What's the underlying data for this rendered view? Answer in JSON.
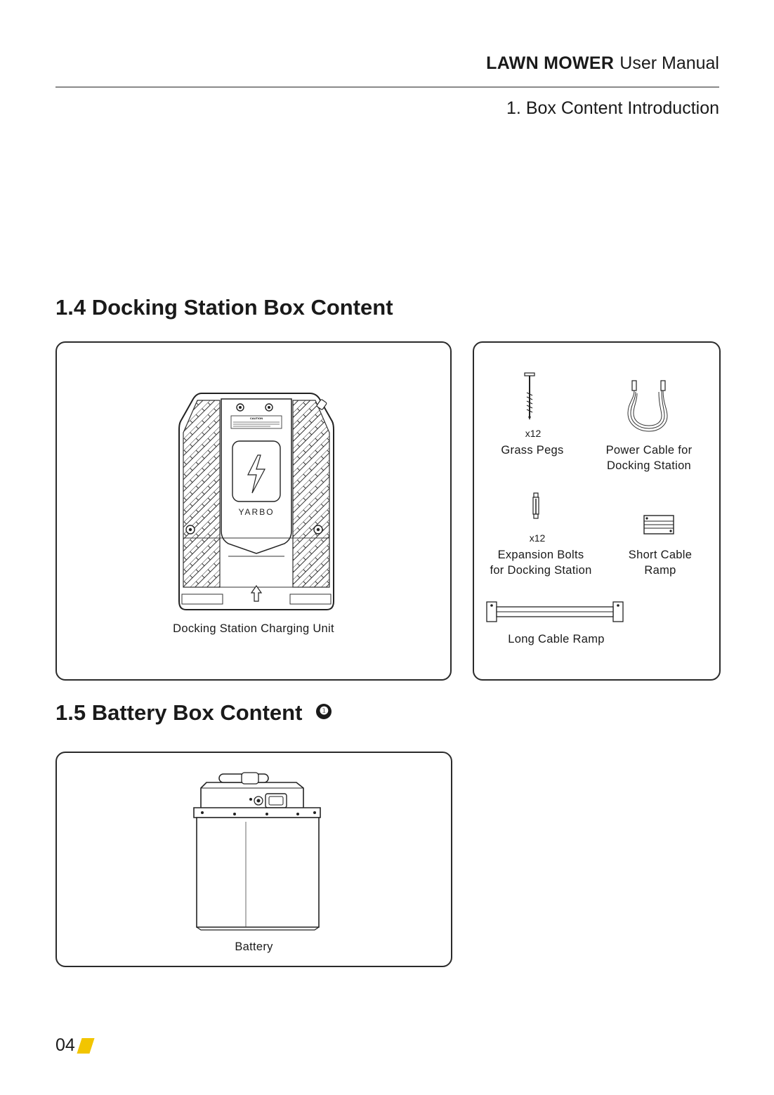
{
  "header": {
    "brand": "LAWN MOWER",
    "manual": "User Manual",
    "chapter": "1. Box Content Introduction"
  },
  "section_docking": {
    "title": "1.4 Docking Station Box Content",
    "main_item": {
      "label": "Docking Station Charging Unit",
      "logo_text": "YARBO",
      "caution_text": "CAUTION"
    },
    "accessories": [
      {
        "quantity": "x12",
        "label_line1": "Grass Pegs",
        "label_line2": ""
      },
      {
        "quantity": "",
        "label_line1": "Power Cable for",
        "label_line2": "Docking Station"
      },
      {
        "quantity": "x12",
        "label_line1": "Expansion Bolts",
        "label_line2": "for Docking Station"
      },
      {
        "quantity": "",
        "label_line1": "Short Cable",
        "label_line2": "Ramp"
      },
      {
        "quantity": "",
        "label_line1": "Long Cable Ramp",
        "label_line2": ""
      }
    ]
  },
  "section_battery": {
    "title": "1.5 Battery Box Content",
    "note_marker": "❶",
    "item": {
      "label": "Battery"
    }
  },
  "footer": {
    "page_number": "04",
    "accent_color": "#f2c500"
  }
}
